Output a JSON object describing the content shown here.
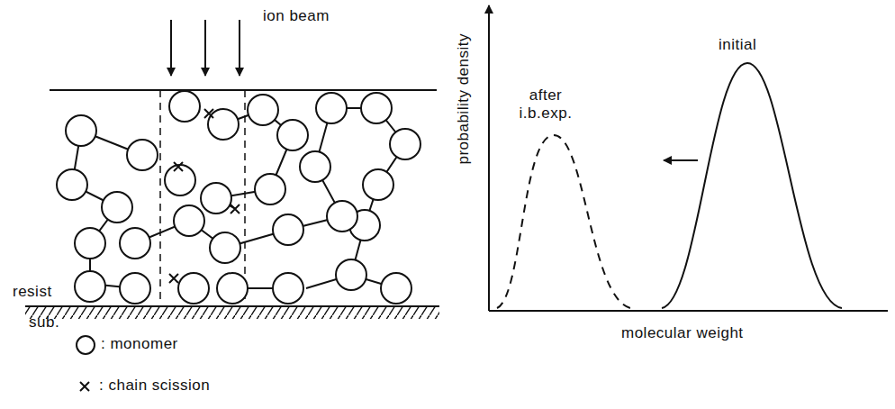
{
  "diagram": {
    "labels": [
      "ion beam",
      "resist",
      "sub.",
      "probability density",
      "molecular weight",
      "initial",
      "after i.b.exp."
    ],
    "legend": [
      {
        "text": ": monomer"
      },
      {
        "text": ": chain scission"
      }
    ]
  }
}
